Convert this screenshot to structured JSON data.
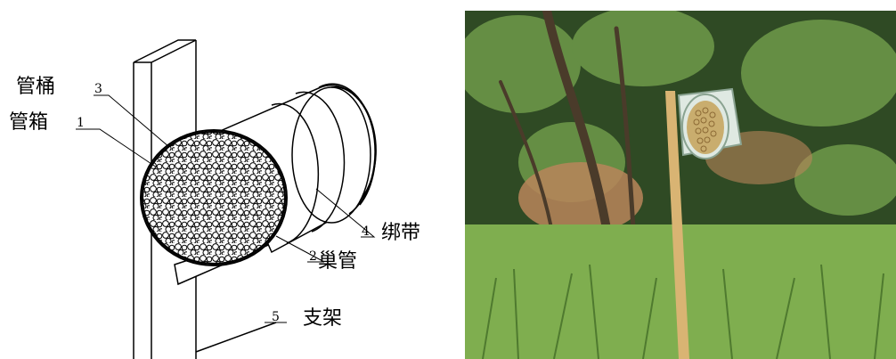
{
  "diagram": {
    "callouts": [
      {
        "id": "tube-barrel",
        "text": "管桶",
        "number": "3"
      },
      {
        "id": "tube-box",
        "text": "管箱",
        "number": "1"
      },
      {
        "id": "strap",
        "text": "绑带",
        "number": "4"
      },
      {
        "id": "nest-tube",
        "text": "巢管",
        "number": "2"
      },
      {
        "id": "stand",
        "text": "支架",
        "number": "5"
      }
    ]
  },
  "photo": {
    "colors": {
      "foliage_dark": "#2f4a24",
      "foliage_light": "#6f9a4a",
      "soil": "#b9855a",
      "grass": "#7fae4f",
      "stake": "#d9b473",
      "tube_wrap": "#dfe9e2",
      "reed_ends": "#c9ad6e"
    }
  }
}
